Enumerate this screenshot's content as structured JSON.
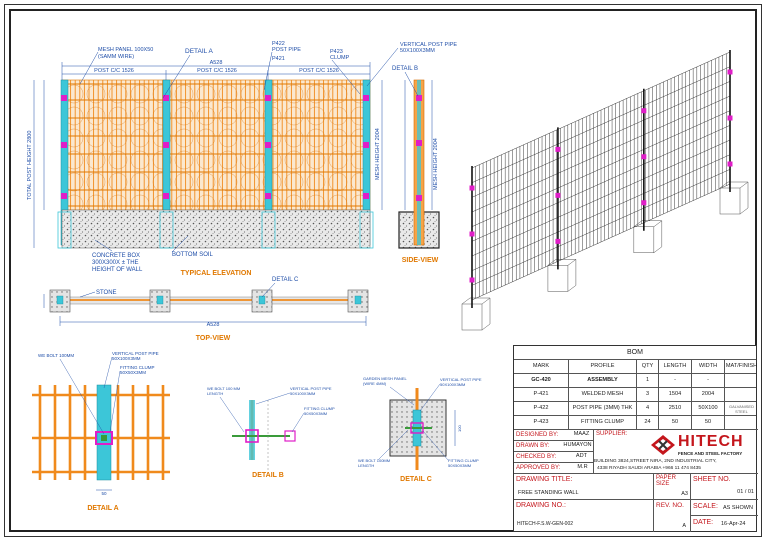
{
  "elevation": {
    "mesh_panel_label": "MESH PANEL 100X50",
    "mesh_panel_sub": "(SAMM WIRE)",
    "detail_a_tag": "DETAIL A",
    "p422_label": "P422",
    "p422_sub": "POST PIPE",
    "p421_label": "P421",
    "p423_label": "P423",
    "p423_sub": "CLUMP",
    "vertical_post_label": "VERTICAL POST PIPE",
    "vertical_post_sub": "50X100X3MM",
    "overall_dim": "A528",
    "post_cc_1": "POST C/C 1526",
    "post_cc_2": "POST C/C 1526",
    "post_cc_3": "POST C/C 1526",
    "left_height_label": "TOTAL POST HEIGHT 2800",
    "right_height_label": "MESH HEIGHT 2004",
    "concrete_label_1": "CONCRETE BOX",
    "concrete_label_2": "300X300X ± THE",
    "concrete_label_3": "HEIGHT OF WALL",
    "bottom_soil_label": "BOTTOM SOIL",
    "title": "TYPICAL ELEVATION"
  },
  "side_view": {
    "detail_b_tag": "DETAIL B",
    "height_label": "MESH HEIGHT 2004",
    "title": "SIDE-VIEW"
  },
  "top_view": {
    "stone_label": "STONE",
    "detail_c_tag": "DETAIL C",
    "overall_dim": "A528",
    "title": "TOP-VIEW"
  },
  "detail_a": {
    "note_1": "WE BOLT 100MM",
    "note_2": "VERTICAL POST PIPE",
    "note_2b": "50X100X3MM",
    "note_3": "FITTING CLUMP",
    "note_3b": "50X50X3MM",
    "dim": "50",
    "title": "DETAIL A"
  },
  "detail_b": {
    "note_1": "WE BOLT 100 MM",
    "note_1b": "LENGTH",
    "note_2": "VERTICAL POST PIPE",
    "note_2b": "50X100X3MM",
    "note_3": "FITTING CLUMP",
    "note_3b": "50X50X3MM",
    "title": "DETAIL B"
  },
  "detail_c": {
    "note_1": "GARDEN MESH PANEL",
    "note_1b": "(WIRE 4MM)",
    "note_2": "VERTICAL POST PIPE",
    "note_2b": "50X100X3MM",
    "note_3": "WE BOLT 100MM",
    "note_3b": "LENGTH",
    "note_4": "FITTING CLUMP",
    "note_4b": "50X50X3MM",
    "dim": "100",
    "title": "DETAIL C"
  },
  "bom": {
    "title": "BOM",
    "headers": [
      "MARK",
      "PROFILE",
      "QTY",
      "LENGTH",
      "WIDTH",
      "MAT/FINISH"
    ],
    "rows": [
      [
        "GC-420",
        "ASSEMBLY",
        "1",
        "-",
        "-",
        ""
      ],
      [
        "P-421",
        "WELDED MESH",
        "3",
        "1504",
        "2004",
        ""
      ],
      [
        "P-422",
        "POST PIPE (3MM) THK",
        "4",
        "2510",
        "50X100",
        ""
      ],
      [
        "P-423",
        "FITTING CLUMP",
        "24",
        "50",
        "50",
        ""
      ]
    ],
    "finish": "GALVANISED STEEL"
  },
  "title_block": {
    "designed_by_label": "DESIGNED BY:",
    "designed_by": "MAAZ",
    "drawn_by_label": "DRAWN BY:",
    "drawn_by": "HUMAYON",
    "checked_by_label": "CHECKED BY:",
    "checked_by": "ADT",
    "approved_by_label": "APPROVED BY:",
    "approved_by": "M.R",
    "supplier_label": "SUPPLIER:",
    "company_name": "HITECH",
    "company_tagline": "FENCE AND STEEL FACTORY",
    "address_1": "BUILDING 3824,STREET NIRA, 2ND INDUSTRIAL CITY,",
    "address_2": "4338 RIYADH SAUDI ARABIA +966 11 474 8435",
    "drawing_title_label": "DRAWING TITLE:",
    "drawing_title": "FREE STANDING WALL",
    "paper_size_label": "PAPER SIZE",
    "paper_size": "A3",
    "sheet_no_label": "SHEET NO.",
    "sheet_no": "01 / 01",
    "drawing_no_label": "DRAWING NO.:",
    "drawing_no": "HITECH-F.S.W-GEN-002",
    "rev_no_label": "REV. NO.",
    "rev_no": "A",
    "scale_label": "SCALE:",
    "scale": "AS SHOWN",
    "date_label": "DATE:",
    "date": "16-Apr-24"
  },
  "colors": {
    "mesh_orange": "#f08a1c",
    "post_cyan": "#3cc6d8",
    "annotation_blue": "#1f4ea8",
    "magenta_marker": "#e01ec8",
    "title_red": "#c4161c"
  }
}
